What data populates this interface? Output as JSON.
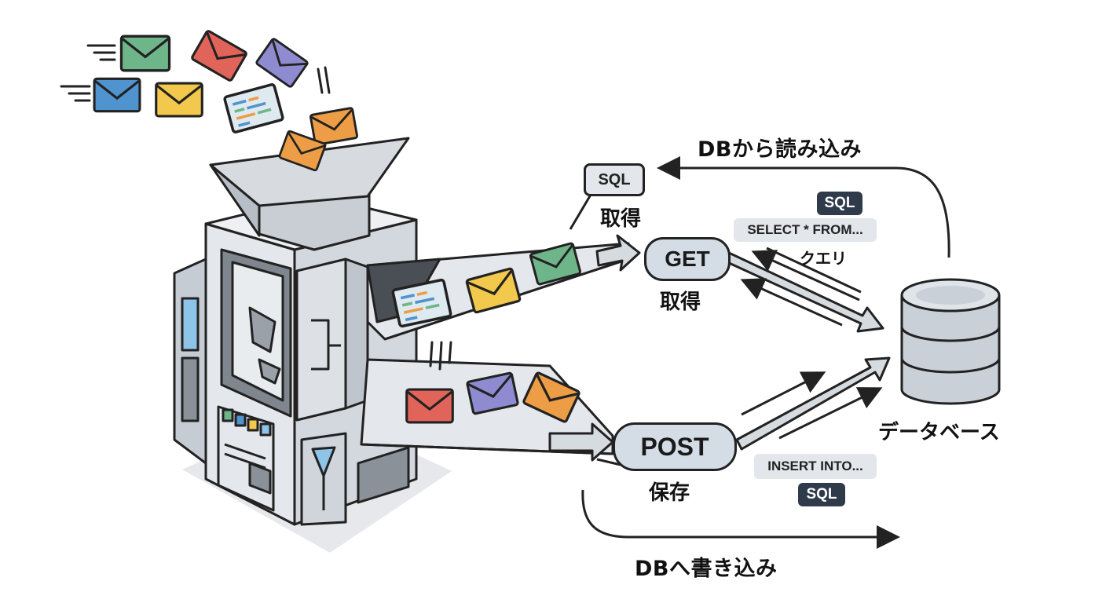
{
  "labels": {
    "read_from_db": "DBから読み込み",
    "write_to_db": "DBへ書き込み",
    "get_button": "GET",
    "get_caption": "取得",
    "post_button": "POST",
    "post_caption": "保存",
    "sql_note_label": "SQL",
    "sql_note_caption": "取得",
    "select_sql_tag": "SQL",
    "select_query": "SELECT * FROM...",
    "query_caption": "クエリ",
    "insert_query": "INSERT INTO...",
    "insert_sql_tag": "SQL",
    "database_caption": "データベース"
  },
  "colors": {
    "stroke": "#222222",
    "machine_body": "#e4e7eb",
    "machine_dark": "#8a9199",
    "pill_fill": "#d4dde5",
    "sql_tag_fill": "#2f3a4b",
    "query_tag_fill": "#e3e6ea",
    "db_fill": "#c9d0d8",
    "envelope_green": "#6fb58a",
    "envelope_red": "#e0645a",
    "envelope_purple": "#8e8bd0",
    "envelope_blue": "#4f93cf",
    "envelope_yellow": "#f2c94c",
    "envelope_orange": "#ec9d45"
  },
  "icons": [
    "envelope-icon",
    "code-card-icon",
    "database-icon",
    "arrow-icon",
    "sorting-machine-icon"
  ]
}
